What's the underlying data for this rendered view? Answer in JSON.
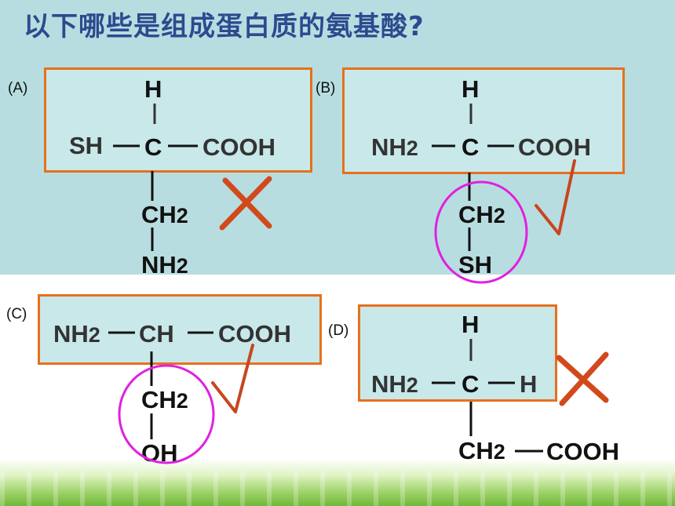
{
  "title": "以下哪些是组成蛋白质的氨基酸?",
  "options": {
    "A": {
      "label": "(A)",
      "h": "H",
      "sh": "SH",
      "c": "C",
      "cooh": "COOH",
      "ch": "CH",
      "two": "2",
      "nh": "NH",
      "nh_two": "2"
    },
    "B": {
      "label": "(B)",
      "h": "H",
      "nh": "NH",
      "nh_two": "2",
      "c": "C",
      "cooh": "COOH",
      "ch": "CH",
      "two": "2",
      "sh": "SH"
    },
    "C": {
      "label": "(C)",
      "nh": "NH",
      "nh_two": "2",
      "ch_center": "CH",
      "cooh": "COOH",
      "ch": "CH",
      "two": "2",
      "oh": "OH"
    },
    "D": {
      "label": "(D)",
      "h": "H",
      "nh": "NH",
      "nh_two": "2",
      "c": "C",
      "h_right": "H",
      "ch": "CH",
      "two": "2",
      "cooh": "COOH"
    }
  },
  "colors": {
    "box_border": "#e8701c",
    "cross": "#d2491c",
    "check": "#c8461e",
    "circle": "#e020e0",
    "title": "#2d4a8f"
  },
  "icons": {
    "A": "cross-mark-icon",
    "B": "check-mark-icon",
    "C": "check-mark-icon",
    "D": "cross-mark-icon"
  }
}
